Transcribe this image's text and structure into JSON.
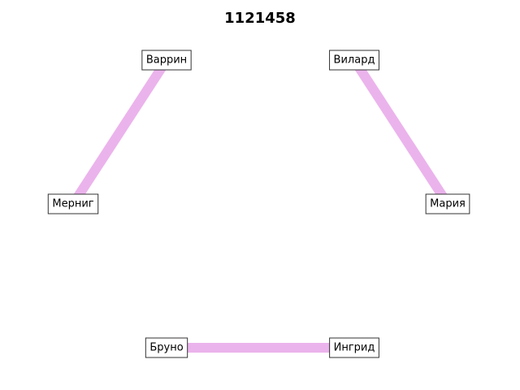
{
  "title": "1121458",
  "graph": {
    "edge_color": "#ebb3ec",
    "nodes": [
      {
        "id": "varrin",
        "label": "Варрин"
      },
      {
        "id": "vilard",
        "label": "Вилард"
      },
      {
        "id": "mernig",
        "label": "Мерниг"
      },
      {
        "id": "mariya",
        "label": "Мария"
      },
      {
        "id": "bruno",
        "label": "Бруно"
      },
      {
        "id": "ingrid",
        "label": "Ингрид"
      }
    ],
    "edges": [
      {
        "source": "varrin",
        "target": "mernig"
      },
      {
        "source": "vilard",
        "target": "mariya"
      },
      {
        "source": "bruno",
        "target": "ingrid"
      }
    ]
  }
}
